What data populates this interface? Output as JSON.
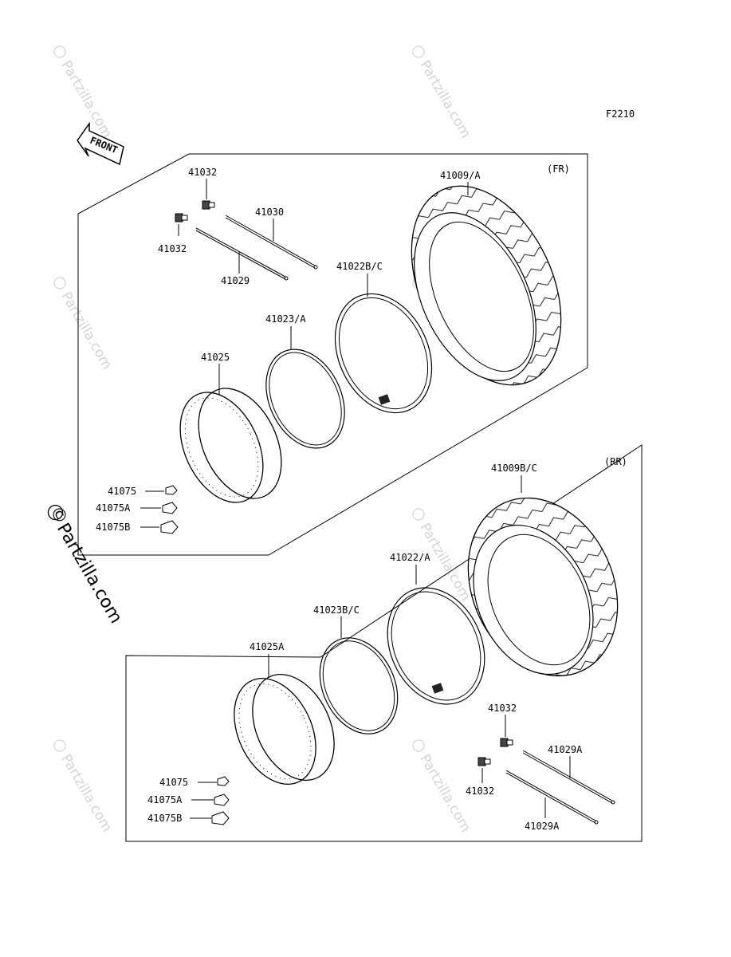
{
  "diagram_code": "F2210",
  "front_arrow_text": "FRONT",
  "watermark_text": "Partzilla.com",
  "copyright_symbol": "©",
  "front_section": {
    "title": "(FR)",
    "parts": {
      "valve_upper": "41032",
      "valve_lower": "41032",
      "spoke_upper": "41030",
      "spoke_lower": "41029",
      "tire": "41009/A",
      "tube": "41022B/C",
      "rim_band": "41023/A",
      "rim": "41025",
      "weight_1": "41075",
      "weight_2": "41075A",
      "weight_3": "41075B"
    }
  },
  "rear_section": {
    "title": "(RR)",
    "parts": {
      "tire": "41009B/C",
      "tube": "41022/A",
      "rim_band": "41023B/C",
      "rim": "41025A",
      "valve_upper": "41032",
      "valve_lower": "41032",
      "spoke_upper": "41029A",
      "spoke_lower": "41029A",
      "weight_1": "41075",
      "weight_2": "41075A",
      "weight_3": "41075B"
    }
  }
}
